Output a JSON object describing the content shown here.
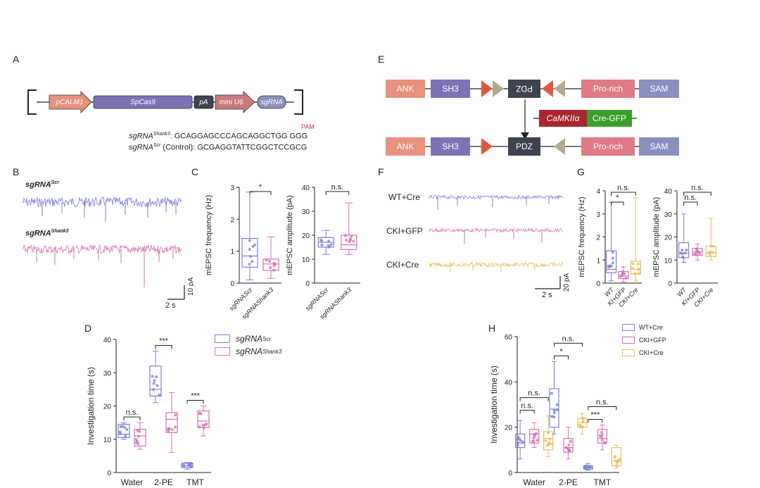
{
  "panels": {
    "A": "A",
    "B": "B",
    "C": "C",
    "D": "D",
    "E": "E",
    "F": "F",
    "G": "G",
    "H": "H"
  },
  "construct_A": {
    "promoter": "pCALM1",
    "cas9": "SpCas9",
    "pA": "pA",
    "u6": "mini U6",
    "sgRNA": "sgRNA",
    "pam": "PAM",
    "seq_shank3_name": "sgRNA",
    "seq_shank3_sup": "Shank3",
    "seq_shank3_seq": ":  GCAGGAGCCCAGCAGGCTGG GGG",
    "seq_scr_name": "sgRNA",
    "seq_scr_sup": "Scr",
    "seq_scr_seq": " (Control):  GCGAGGTATTCGGCTCCGCG"
  },
  "construct_E": {
    "ank": "ANK",
    "sh3": "SH3",
    "pdz_top": "PDZ",
    "prorich": "Pro-rich",
    "sam": "SAM",
    "camk": "CaMKIIα",
    "cre": "Cre-GFP",
    "pdz_bottom": "PDZ"
  },
  "traces_B": {
    "top_label": "sgRNA",
    "top_sup": "Scr",
    "bottom_label": "sgRNA",
    "bottom_sup": "Shank3",
    "scale_y": "10 pA",
    "scale_x": "2 s"
  },
  "traces_F": {
    "labels": [
      "WT+Cre",
      "CKI+GFP",
      "CKI+Cre"
    ],
    "scale_y": "20 pA",
    "scale_x": "2 s"
  },
  "colors": {
    "blue": "#7b7fd4",
    "pink": "#d46fb0",
    "yellow": "#e6bf5c",
    "salmon": "#e8917c",
    "purple": "#7c73b4",
    "dark": "#3f4350",
    "rose": "#e07a84",
    "lavender": "#8a8fbf",
    "brown": "#b5a890"
  },
  "legend_D": [
    {
      "name": "sgRNA",
      "sup": "Scr"
    },
    {
      "name": "sgRNA",
      "sup": "Shank3"
    }
  ],
  "legend_H": [
    "WT+Cre",
    "CKI+GFP",
    "CKI+Cre"
  ],
  "chart_data": [
    {
      "panel": "C-left",
      "type": "box",
      "ylabel": "mEPSC frequency (Hz)",
      "ylim": [
        0,
        3
      ],
      "yticks": [
        0,
        1,
        2,
        3
      ],
      "categories": [
        "sgRNAScr",
        "sgRNAShank3"
      ],
      "stats": [
        {
          "min": 0.1,
          "q1": 0.5,
          "median": 0.85,
          "q3": 1.4,
          "max": 2.85
        },
        {
          "min": 0.15,
          "q1": 0.4,
          "median": 0.6,
          "q3": 0.75,
          "max": 1.45
        }
      ],
      "significance": [
        {
          "between": [
            0,
            1
          ],
          "label": "*"
        }
      ]
    },
    {
      "panel": "C-right",
      "type": "box",
      "ylabel": "mEPSC amplitude (pA)",
      "ylim": [
        0,
        40
      ],
      "yticks": [
        0,
        10,
        20,
        30,
        40
      ],
      "categories": [
        "sgRNAScr",
        "sgRNAShank3"
      ],
      "stats": [
        {
          "min": 12,
          "q1": 15,
          "median": 17,
          "q3": 19,
          "max": 22
        },
        {
          "min": 12,
          "q1": 14,
          "median": 16,
          "q3": 20,
          "max": 33.5
        }
      ],
      "significance": [
        {
          "between": [
            0,
            1
          ],
          "label": "n.s."
        }
      ]
    },
    {
      "panel": "D",
      "type": "box",
      "ylabel": "Investigation time (s)",
      "ylim": [
        0,
        40
      ],
      "yticks": [
        0,
        10,
        20,
        30,
        40
      ],
      "categories": [
        "Water",
        "2-PE",
        "TMT"
      ],
      "series": [
        {
          "name": "sgRNA Scr",
          "stats": [
            {
              "min": 10,
              "q1": 10.5,
              "median": 11.5,
              "q3": 14.5,
              "max": 15
            },
            {
              "min": 21,
              "q1": 23,
              "median": 25,
              "q3": 32,
              "max": 36.5
            },
            {
              "min": 1,
              "q1": 1.5,
              "median": 2,
              "q3": 2.8,
              "max": 3
            }
          ]
        },
        {
          "name": "sgRNA Shank3",
          "stats": [
            {
              "min": 7,
              "q1": 8,
              "median": 11,
              "q3": 13,
              "max": 15
            },
            {
              "min": 6,
              "q1": 12,
              "median": 16,
              "q3": 18,
              "max": 24
            },
            {
              "min": 11,
              "q1": 13.5,
              "median": 15.5,
              "q3": 18.5,
              "max": 20
            }
          ]
        }
      ],
      "significance": [
        {
          "group": "Water",
          "label": "n.s."
        },
        {
          "group": "2-PE",
          "label": "***"
        },
        {
          "group": "TMT",
          "label": "***"
        }
      ]
    },
    {
      "panel": "G-left",
      "type": "box",
      "ylabel": "mEPSC frequency (Hz)",
      "ylim": [
        0,
        4
      ],
      "yticks": [
        0,
        1,
        2,
        3,
        4
      ],
      "categories": [
        "WT",
        "KI+GFP",
        "CKI+Cre"
      ],
      "stats": [
        {
          "min": 0.1,
          "q1": 0.45,
          "median": 0.6,
          "q3": 1.4,
          "max": 3.5
        },
        {
          "min": 0.05,
          "q1": 0.2,
          "median": 0.3,
          "q3": 0.5,
          "max": 0.7
        },
        {
          "min": 0.1,
          "q1": 0.4,
          "median": 0.6,
          "q3": 0.95,
          "max": 3.7
        }
      ],
      "significance": [
        {
          "between": [
            0,
            1
          ],
          "label": "*"
        },
        {
          "between": [
            0,
            2
          ],
          "label": "n.s."
        }
      ]
    },
    {
      "panel": "G-right",
      "type": "box",
      "ylabel": "mEPSC amplitude (pA)",
      "ylim": [
        0,
        40
      ],
      "yticks": [
        0,
        10,
        20,
        30,
        40
      ],
      "categories": [
        "WT",
        "KI+GFP",
        "CKI+Cre"
      ],
      "stats": [
        {
          "min": 9,
          "q1": 11,
          "median": 13,
          "q3": 17.5,
          "max": 30
        },
        {
          "min": 10,
          "q1": 12,
          "median": 13.5,
          "q3": 15,
          "max": 17
        },
        {
          "min": 10,
          "q1": 11.5,
          "median": 13,
          "q3": 16,
          "max": 28
        }
      ],
      "significance": [
        {
          "between": [
            0,
            1
          ],
          "label": "n.s."
        },
        {
          "between": [
            0,
            2
          ],
          "label": "n.s."
        }
      ]
    },
    {
      "panel": "H",
      "type": "box",
      "ylabel": "Investigation time (s)",
      "ylim": [
        0,
        60
      ],
      "yticks": [
        0,
        20,
        40,
        60
      ],
      "categories": [
        "Water",
        "2-PE",
        "TMT"
      ],
      "series": [
        {
          "name": "WT+Cre",
          "stats": [
            {
              "min": 6,
              "q1": 11,
              "median": 13,
              "q3": 17,
              "max": 23
            },
            {
              "min": 17,
              "q1": 20,
              "median": 28,
              "q3": 37,
              "max": 49
            },
            {
              "min": 1,
              "q1": 1.5,
              "median": 2,
              "q3": 3,
              "max": 4
            }
          ]
        },
        {
          "name": "CKI+GFP",
          "stats": [
            {
              "min": 11,
              "q1": 13,
              "median": 17,
              "q3": 19,
              "max": 22
            },
            {
              "min": 6,
              "q1": 9,
              "median": 11,
              "q3": 15,
              "max": 20
            },
            {
              "min": 10,
              "q1": 13,
              "median": 15,
              "q3": 19,
              "max": 21
            }
          ]
        },
        {
          "name": "CKI+Cre",
          "stats": [
            {
              "min": 7,
              "q1": 10,
              "median": 15,
              "q3": 18,
              "max": 25
            },
            {
              "min": 17,
              "q1": 20,
              "median": 22,
              "q3": 24,
              "max": 26
            },
            {
              "min": 2,
              "q1": 3,
              "median": 5,
              "q3": 11,
              "max": 12
            }
          ]
        }
      ],
      "significance": [
        {
          "group": "Water",
          "pair": [
            0,
            1
          ],
          "label": "n.s."
        },
        {
          "group": "Water",
          "pair": [
            0,
            2
          ],
          "label": "n.s."
        },
        {
          "group": "2-PE",
          "pair": [
            0,
            1
          ],
          "label": "*"
        },
        {
          "group": "2-PE",
          "pair": [
            0,
            2
          ],
          "label": "n.s."
        },
        {
          "group": "TMT",
          "pair": [
            0,
            1
          ],
          "label": "***"
        },
        {
          "group": "TMT",
          "pair": [
            0,
            2
          ],
          "label": "n.s."
        }
      ]
    }
  ]
}
